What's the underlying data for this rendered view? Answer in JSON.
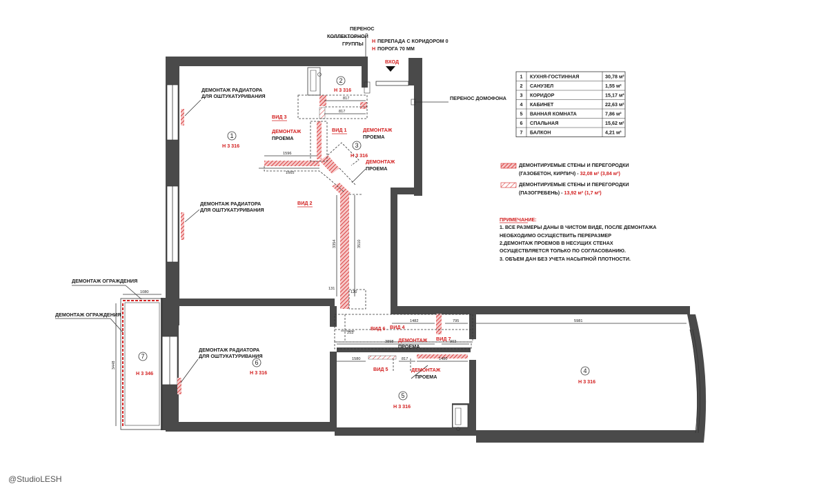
{
  "watermark": "@StudioLESH",
  "top_notes": {
    "transfer_collector": [
      "ПЕРЕНОС",
      "КОЛЛЕКТОРНОЙ",
      "ГРУППЫ"
    ],
    "level_diff": "ПЕРЕПАДА С КОРИДОРОМ 0",
    "threshold": "ПОРОГА 70 ММ",
    "h_mark": "Н",
    "entrance": "ВХОД",
    "intercom": "ПЕРЕНОС ДОМОФОНА"
  },
  "rooms_table": [
    {
      "n": "1",
      "name": "КУХНЯ-ГОСТИННАЯ",
      "area": "30,78 м²"
    },
    {
      "n": "2",
      "name": "САНУЗЕЛ",
      "area": "1,55 м²"
    },
    {
      "n": "3",
      "name": "КОРИДОР",
      "area": "15,17 м²"
    },
    {
      "n": "4",
      "name": "КАБИНЕТ",
      "area": "22,63 м²"
    },
    {
      "n": "5",
      "name": "ВАННАЯ КОМНАТА",
      "area": "7,86 м²"
    },
    {
      "n": "6",
      "name": "СПАЛЬНАЯ",
      "area": "15,62 м²"
    },
    {
      "n": "7",
      "name": "БАЛКОН",
      "area": "4,21 м²"
    }
  ],
  "legend": {
    "item1_line1": "ДЕМОНТИРУЕМЫЕ СТЕНЫ И ПЕРЕГОРОДКИ",
    "item1_line2_a": "(ГАЗОБЕТОН, КИРПИЧ) - ",
    "item1_line2_b": "32,08 м² (3,84 м³)",
    "item2_line1": "ДЕМОНТИРУЕМЫЕ СТЕНЫ И ПЕРЕГОРОДКИ",
    "item2_line2_a": "(ПАЗОГРЕБЕНЬ) - ",
    "item2_line2_b": "13,92 м² (1,7 м³)",
    "color_brick": "#e05050",
    "color_tongue": "#e05050"
  },
  "notes": {
    "title": "ПРИМЕЧАНИЕ:",
    "lines": [
      "1. ВСЕ РАЗМЕРЫ ДАНЫ В ЧИСТОМ ВИДЕ, ПОСЛЕ ДЕМОНТАЖА",
      "НЕОБХОДИМО ОСУЩЕСТВИТЬ ПЕРЕРАЗМЕР",
      "2.ДЕМОНТАЖ ПРОЕМОВ В НЕСУЩИХ СТЕНАХ",
      "ОСУЩЕСТВЛЯЕТСЯ ТОЛЬКО ПО СОГЛАСОВАНИЮ.",
      "3. ОБЪЕМ ДАН БЕЗ УЧЕТА НАСЫПНОЙ ПЛОТНОСТИ."
    ]
  },
  "plan": {
    "radiator": [
      "ДЕМОНТАЖ РАДИАТОРА",
      "ДЛЯ ОШТУКАТУРИВАНИЯ"
    ],
    "railing": "ДЕМОНТАЖ ОГРАЖДЕНИЯ",
    "demolition": "ДЕМОНТАЖ",
    "opening": "ПРОЕМА",
    "views": [
      "ВИД 1",
      "ВИД 2",
      "ВИД 3",
      "ВИД 4",
      "ВИД 5",
      "ВИД 6",
      "ВИД 7"
    ],
    "room_labels": [
      {
        "n": "1",
        "h": "Н 3 316"
      },
      {
        "n": "2",
        "h": "Н 3 316"
      },
      {
        "n": "3",
        "h": "Н 3 316"
      },
      {
        "n": "4",
        "h": "Н 3 316"
      },
      {
        "n": "5",
        "h": "Н 3 316"
      },
      {
        "n": "6",
        "h": "Н 3 316"
      },
      {
        "n": "7",
        "h": "Н 3 346"
      }
    ],
    "dims": [
      "817",
      "817",
      "1596",
      "1665",
      "3354",
      "3510",
      "131",
      "120",
      "1482",
      "795",
      "5981",
      "3898",
      "1580",
      "817",
      "1480",
      "903",
      "1080",
      "3448",
      "253"
    ]
  }
}
